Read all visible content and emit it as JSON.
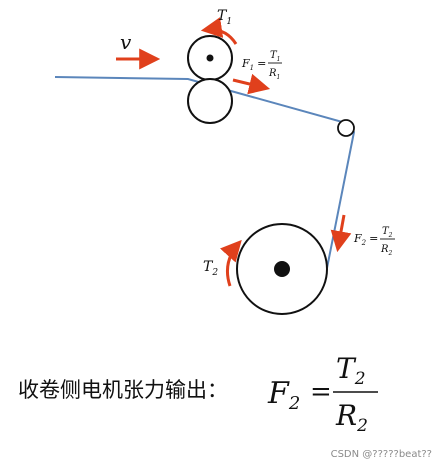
{
  "labels": {
    "velocity": "v",
    "torque_top": "T",
    "torque_top_sub": "1",
    "torque_bottom": "T",
    "torque_bottom_sub": "2",
    "force_top_lhs": "F",
    "force_top_lhs_sub": "1",
    "force_top_num": "T",
    "force_top_num_sub": "1",
    "force_top_den": "R",
    "force_top_den_sub": "1",
    "force_bottom_lhs": "F",
    "force_bottom_lhs_sub": "2",
    "force_bottom_num": "T",
    "force_bottom_num_sub": "2",
    "force_bottom_den": "R",
    "force_bottom_den_sub": "2",
    "equals": "="
  },
  "caption": {
    "text": "收卷侧电机张力输出：",
    "lhs": "F",
    "lhs_sub": "2",
    "equals": "=",
    "num": "T",
    "num_sub": "2",
    "den": "R",
    "den_sub": "2"
  },
  "watermark": "CSDN @?????beat??",
  "colors": {
    "web": "#5b86bb",
    "arrow": "#e0401c",
    "outline": "#111111"
  }
}
